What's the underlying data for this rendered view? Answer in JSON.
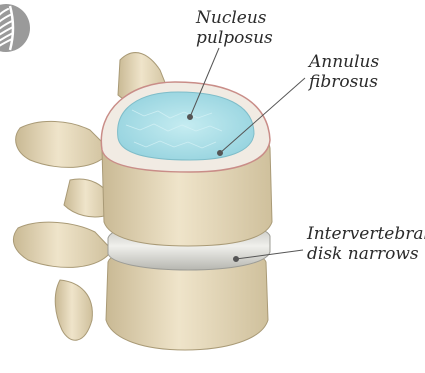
{
  "labels": {
    "nucleus": [
      "Nucleus",
      "pulposus"
    ],
    "annulus": [
      "Annulus",
      "fibrosus"
    ],
    "intervertebral": [
      "Intervertebral",
      "disk narrows"
    ]
  },
  "colors": {
    "bone": "#e8dcc0",
    "bone_shadow": "#b9a983",
    "nucleus": "#a8dde6",
    "annulus": "#f1ebe3",
    "disk": "#dcdcd8",
    "leader": "#555555",
    "badge": "#9a9a9a"
  },
  "icons": {
    "badge": "spine-icon"
  }
}
